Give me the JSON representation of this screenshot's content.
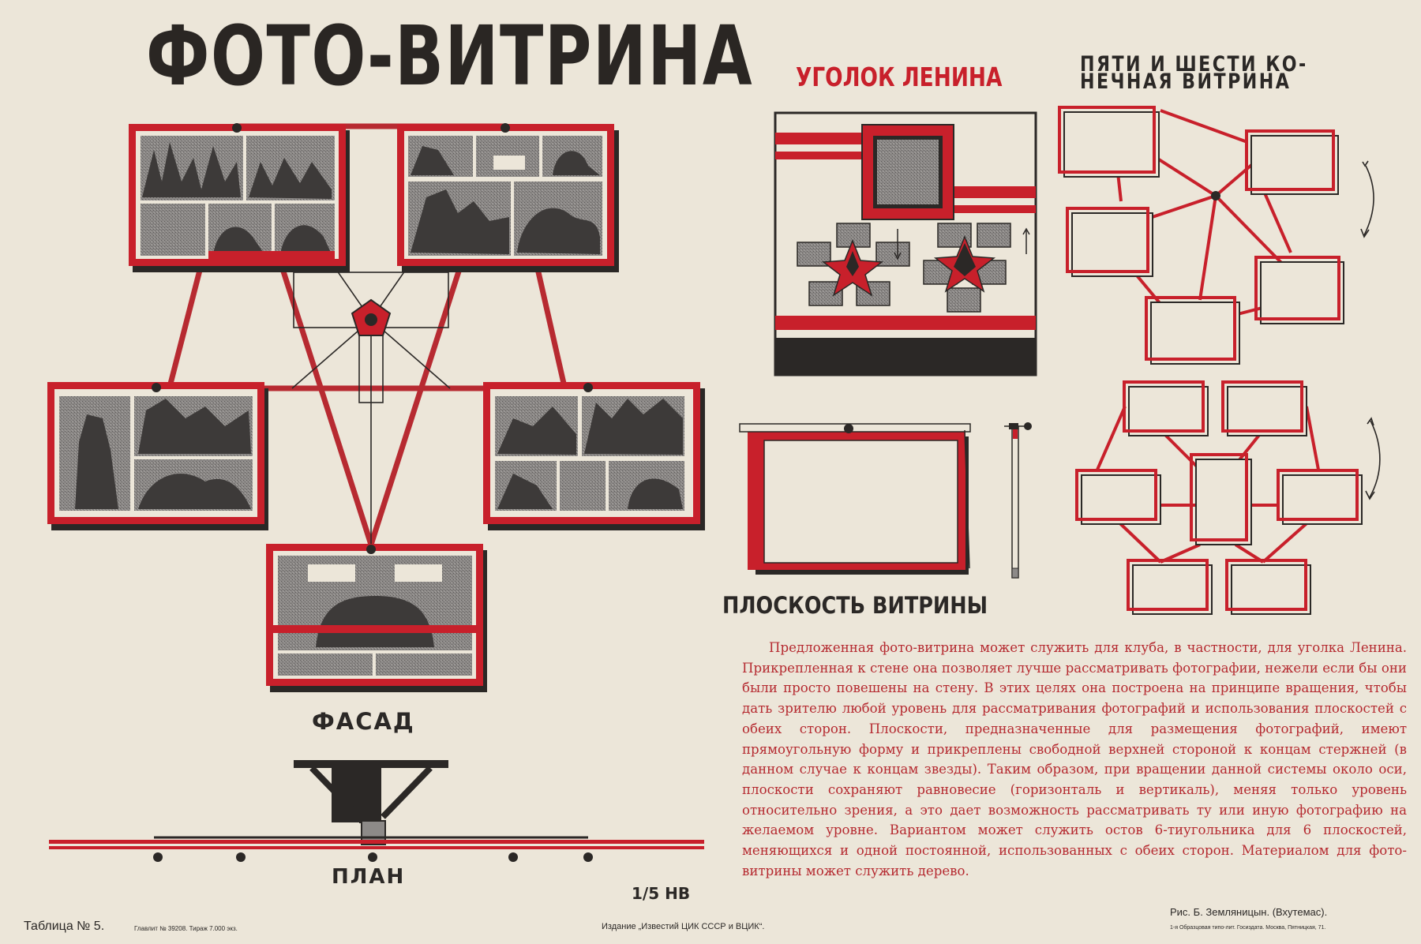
{
  "title": "ФОТО-ВИТРИНА",
  "labels": {
    "corner": "УГОЛОК ЛЕНИНА",
    "multi_line1": "ПЯТИ И ШЕСТИ КО-",
    "multi_line2": "НЕЧНАЯ ВИТРИНА",
    "plane": "ПЛОСКОСТЬ ВИТРИНЫ",
    "facade": "ФАСАД",
    "plan": "ПЛАН",
    "scale": "1/5 НВ"
  },
  "description": "Предложенная фото-витрина может служить для клуба, в частности, для уголка Ленина. Прикрепленная к стене она позволяет лучше рассматривать фотографии, нежели если бы они были просто повешены на стену. В этих целях она построена на принципе вращения, чтобы дать зрителю любой уровень для рассматривания фотографий и использования плоскостей с обеих сторон. Плоскости, предназначенные для размещения фотографий, имеют прямоугольную форму и прикреплены свободной верхней стороной к концам стержней (в данном случае к концам звезды). Таким образом, при вращении данной системы около оси, плоскости сохраняют равновесие (горизонталь и вертикаль), меняя только уровень относительно зрения, а это дает возможность рассматривать ту или иную фотографию на желаемом уровне. Вариантом может служить остов 6-тиугольника для 6 плоскостей, меняющихся и одной постоянной, использованных с обеих сторон. Материалом для фото-витрины может служить дерево.",
  "footer": {
    "table_no": "Таблица № 5.",
    "glavlit": "Главлит № 39208. Тираж 7.000 экз.",
    "publisher": "Издание „Известий ЦИК СССР и ВЦИК“.",
    "author": "Рис. Б. Земляницын. (Вхутемас).",
    "printer": "1-я Образцовая типо-лит. Госиздата. Москва, Пятницкая, 71."
  },
  "colors": {
    "background": "#ece6d9",
    "red": "#c8202b",
    "ink": "#2b2826",
    "photo": "#4a4646",
    "desc_text": "#b52a30"
  }
}
